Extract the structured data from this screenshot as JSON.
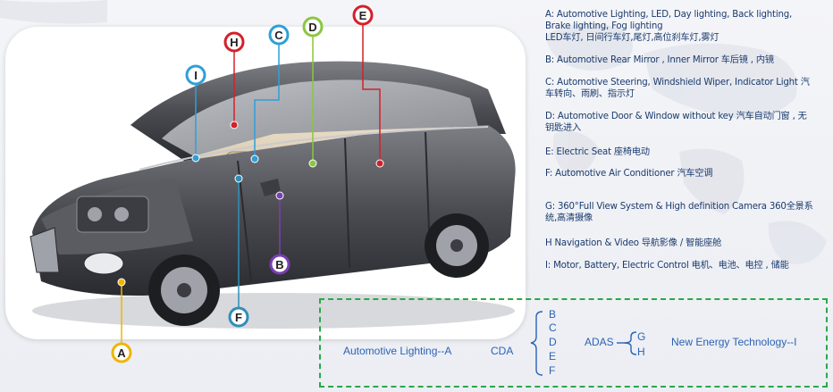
{
  "descriptions": [
    {
      "key": "A",
      "text": "A: Automotive Lighting, LED, Day lighting, Back lighting, Brake lighting, Fog lighting"
    },
    {
      "key": "A2",
      "text": " LED车灯, 日间行车灯,尾灯,高位刹车灯,雾灯"
    },
    {
      "key": "B",
      "text": "B: Automotive Rear Mirror  , Inner Mirror 车后镜 , 内镜"
    },
    {
      "key": "C",
      "text": "C: Automotive Steering, Windshield Wiper, Indicator Light 汽车转向、雨刷、指示灯"
    },
    {
      "key": "D",
      "text": "D: Automotive Door & Window without key  汽车自动门窗 , 无钥匙进入"
    },
    {
      "key": "E",
      "text": "E:  Electric Seat 座椅电动"
    },
    {
      "key": "F",
      "text": "F: Automotive Air Conditioner 汽车空调"
    },
    {
      "key": "G",
      "text": "G: 360°Full View System & High definition Camera 360全景系统,高清摄像"
    },
    {
      "key": "H",
      "text": "H Navigation & Video 导航影像 / 智能座舱"
    },
    {
      "key": "I",
      "text": "I:  Motor, Battery,  Electric Control 电机、电池、电控 , 储能"
    }
  ],
  "callouts": [
    {
      "letter": "A",
      "color": "#f0b400"
    },
    {
      "letter": "B",
      "color": "#7a3fb0"
    },
    {
      "letter": "C",
      "color": "#2f9fd8"
    },
    {
      "letter": "D",
      "color": "#8cc63f"
    },
    {
      "letter": "E",
      "color": "#d4202a"
    },
    {
      "letter": "F",
      "color": "#2f8fb8"
    },
    {
      "letter": "H",
      "color": "#d4202a"
    },
    {
      "letter": "I",
      "color": "#2f9fd8"
    }
  ],
  "classification": {
    "lighting": "Automotive Lighting--A",
    "cda": "CDA",
    "cda_items": [
      "B",
      "C",
      "D",
      "E",
      "F"
    ],
    "adas": "ADAS",
    "adas_items": [
      "G",
      "H"
    ],
    "energy": "New Energy Technology--I"
  },
  "colors": {
    "text": "#1b3b6e",
    "classification": "#2b63b5",
    "dash_border": "#2aa84a"
  }
}
